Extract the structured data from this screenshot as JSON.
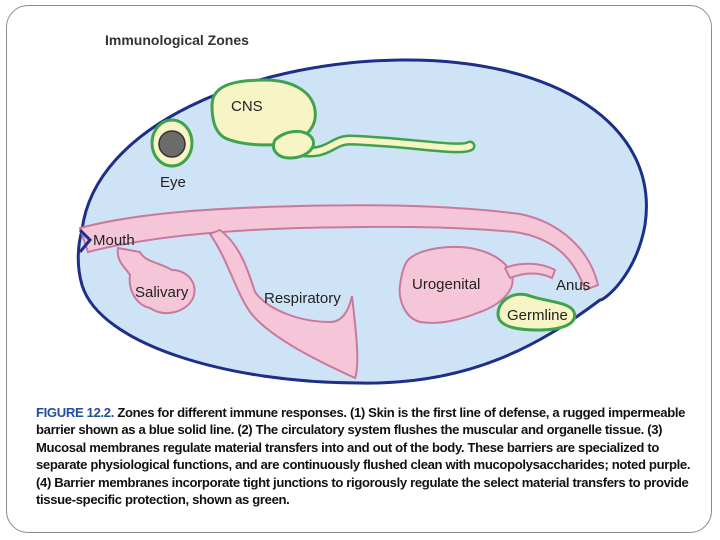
{
  "figure": {
    "title": "Immunological Zones",
    "labels": {
      "cns": "CNS",
      "eye": "Eye",
      "mouth": "Mouth",
      "salivary": "Salivary",
      "respiratory": "Respiratory",
      "urogenital": "Urogenital",
      "anus": "Anus",
      "germline": "Germline"
    },
    "colors": {
      "body_fill": "#cfe3f7",
      "skin_outline": "#1d2f88",
      "mucosal_fill": "#f5c6d8",
      "mucosal_stroke": "#c97a9c",
      "barrier_stroke": "#3fa34d",
      "barrier_fill": "#f7f4c6",
      "eye_pupil": "#6b6b6b"
    }
  },
  "caption": {
    "label": "FIGURE 12.2.",
    "text": "Zones for different immune responses. (1) Skin is the first line of defense, a rugged impermeable barrier shown as a blue solid line. (2) The circulatory system flushes the muscular and organelle tissue. (3) Mucosal membranes regulate material transfers into and out of the body. These barriers are specialized to separate physiological functions, and are continuously flushed clean with mucopolysaccharides; noted purple. (4) Barrier membranes incorporate tight junctions to rigorously regulate the select material transfers to provide tissue-specific protection, shown as green."
  }
}
